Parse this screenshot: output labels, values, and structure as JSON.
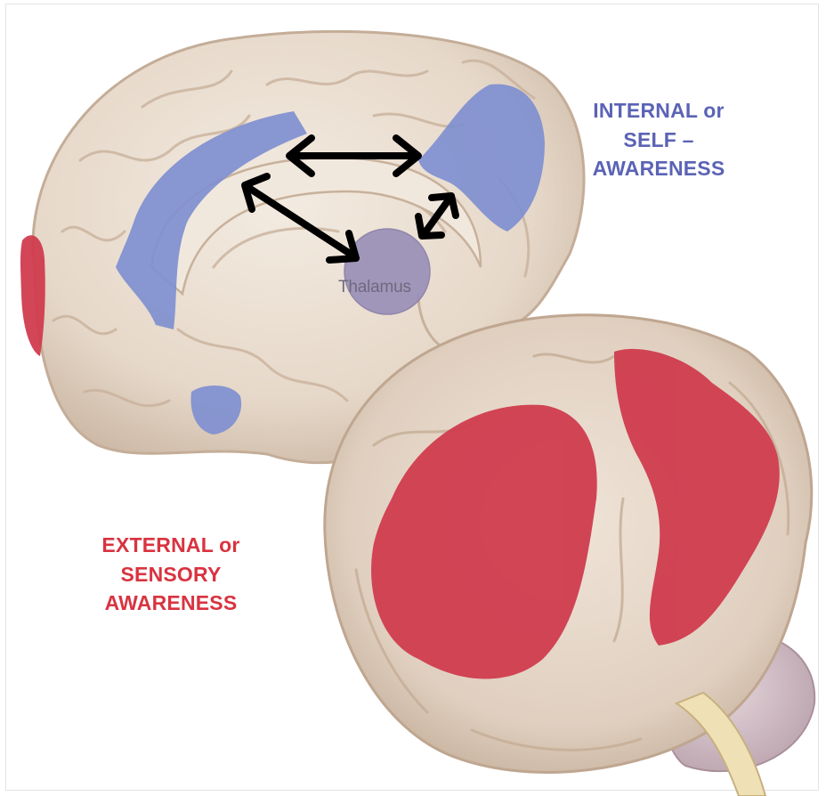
{
  "labels": {
    "internal_line1": "INTERNAL or",
    "internal_line2": "SELF –",
    "internal_line3": "AWARENESS",
    "external_line1": "EXTERNAL or",
    "external_line2": "SENSORY",
    "external_line3": "AWARENESS",
    "thalamus": "Thalamus"
  },
  "colors": {
    "internal_network": "#7f8fd0",
    "external_network": "#d03c4e",
    "thalamus": "#9a90b8",
    "brain_tissue": "#eadfd2",
    "arrows": "#000000"
  }
}
